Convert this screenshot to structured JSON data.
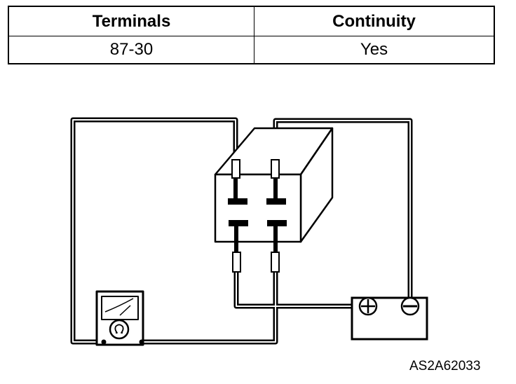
{
  "table": {
    "headers": [
      "Terminals",
      "Continuity"
    ],
    "rows": [
      [
        "87-30",
        "Yes"
      ]
    ]
  },
  "diagram": {
    "components": [
      "relay",
      "ohmmeter",
      "battery"
    ],
    "battery_positive_symbol": "+",
    "battery_negative_symbol": "−",
    "wire_color": "#000000"
  },
  "figure_code": "AS2A62033"
}
